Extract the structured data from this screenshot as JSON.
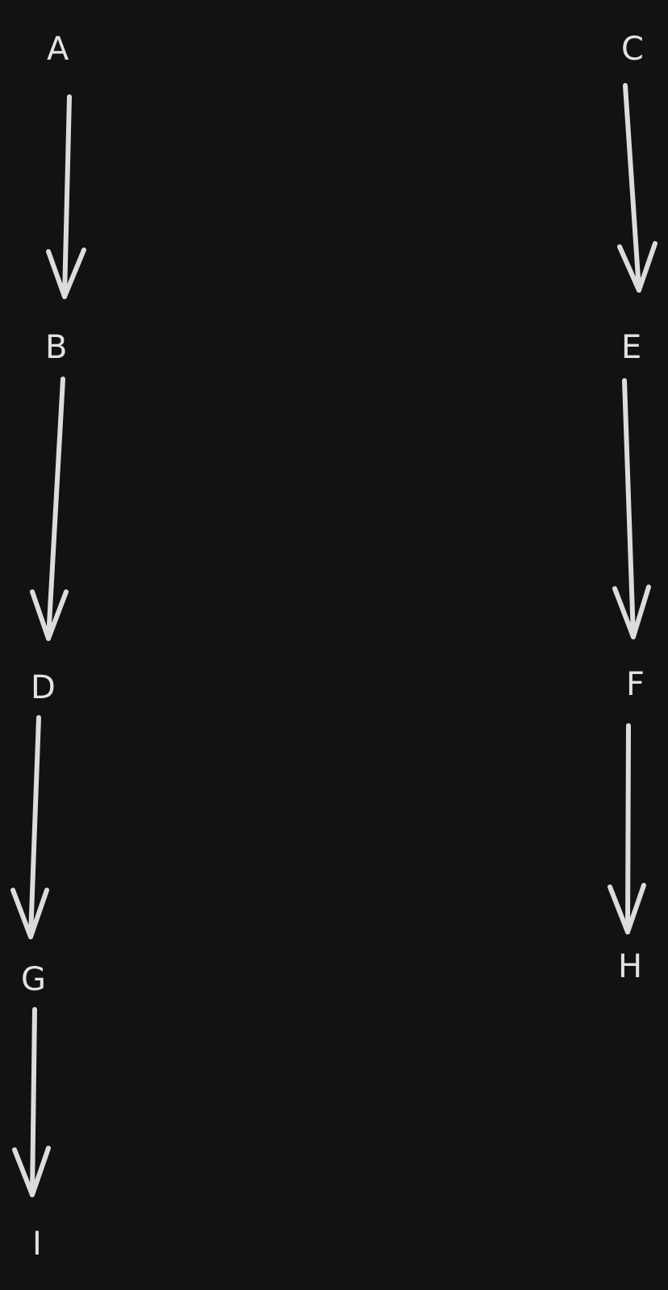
{
  "diagram": {
    "background": "#121212",
    "ink_color": "#dcdcdc",
    "nodes": {
      "A": {
        "label": "A"
      },
      "B": {
        "label": "B"
      },
      "C": {
        "label": "C"
      },
      "D": {
        "label": "D"
      },
      "E": {
        "label": "E"
      },
      "F": {
        "label": "F"
      },
      "G": {
        "label": "G"
      },
      "H": {
        "label": "H"
      },
      "I": {
        "label": "I"
      }
    },
    "edges": [
      {
        "from": "A",
        "to": "B"
      },
      {
        "from": "B",
        "to": "D"
      },
      {
        "from": "D",
        "to": "G"
      },
      {
        "from": "G",
        "to": "I"
      },
      {
        "from": "C",
        "to": "E"
      },
      {
        "from": "E",
        "to": "F"
      },
      {
        "from": "F",
        "to": "H"
      }
    ]
  }
}
